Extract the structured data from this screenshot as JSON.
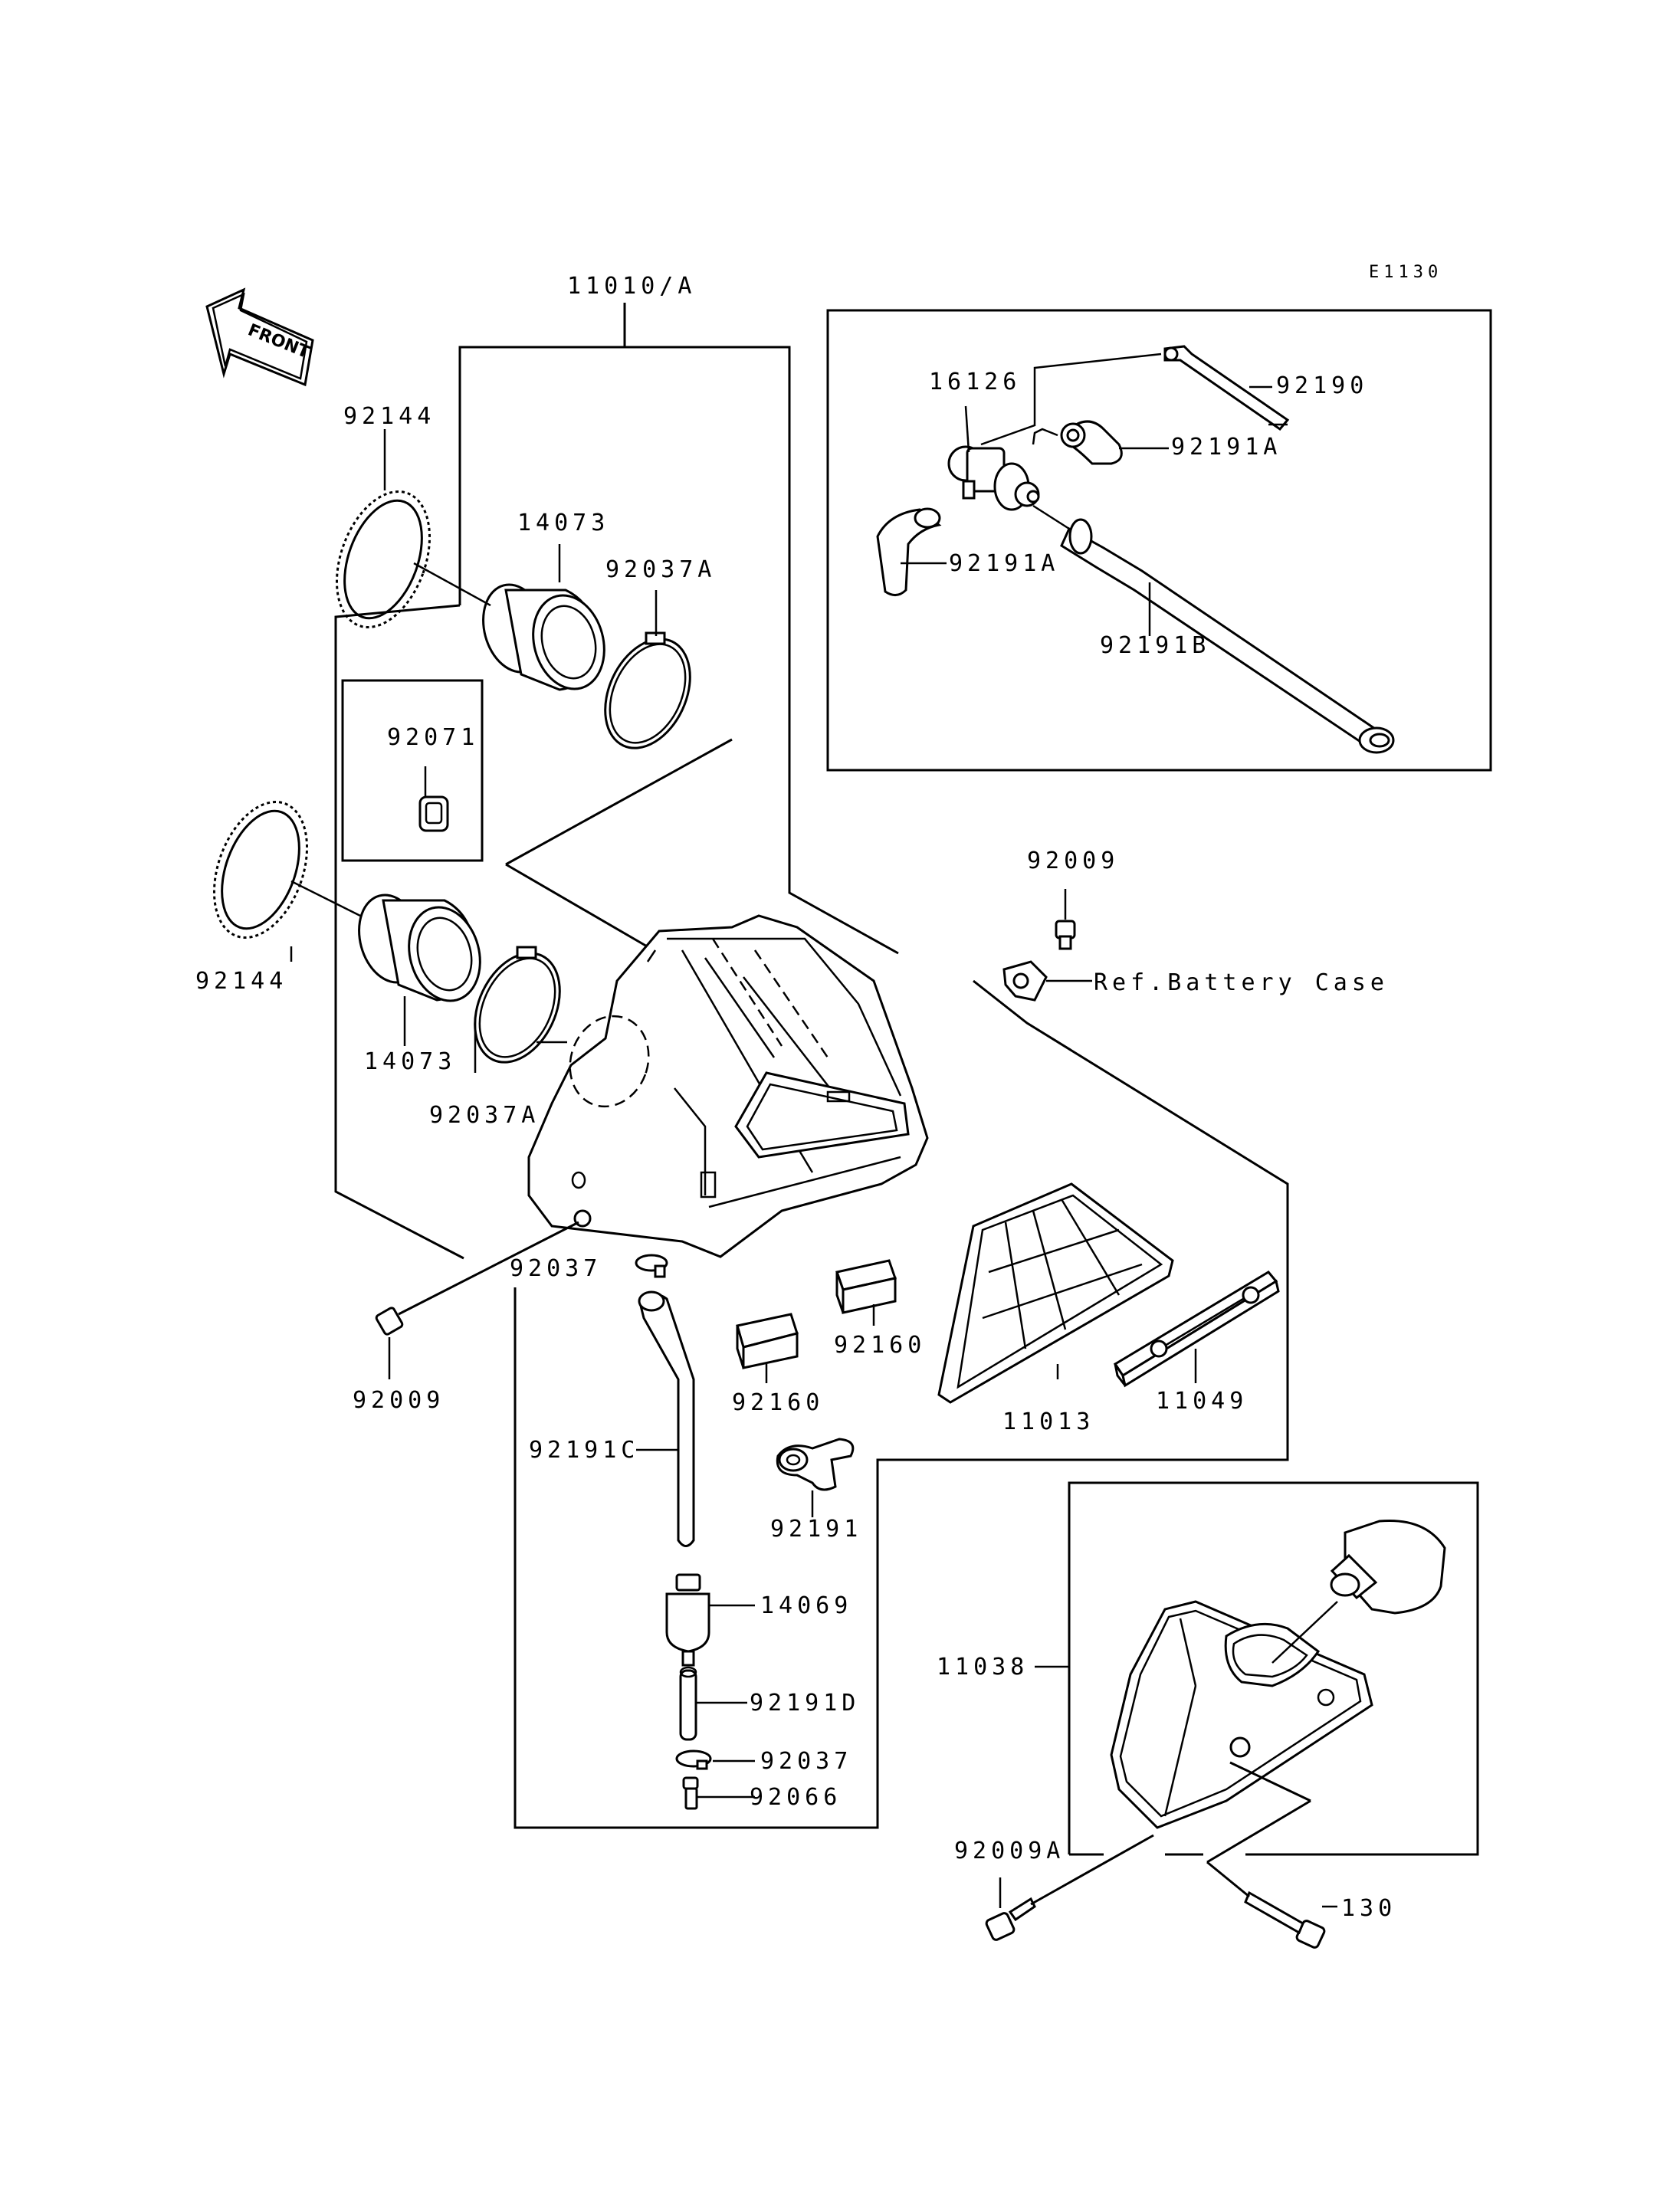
{
  "diagram": {
    "code": "E1130",
    "front_label": "FRONT",
    "labels": {
      "p11010A": "11010/A",
      "p92190": "92190",
      "p16126": "16126",
      "p92191A_top": "92191A",
      "p92191A_left": "92191A",
      "p92191B": "92191B",
      "p92144_top": "92144",
      "p14073_top": "14073",
      "p92037A_top": "92037A",
      "p92071": "92071",
      "p92144_bot": "92144",
      "p14073_bot": "14073",
      "p92037A_bot": "92037A",
      "p92009_top": "92009",
      "ref_battery": "Ref.Battery Case",
      "p92037_mid": "92037",
      "p92009_left": "92009",
      "p92160_a": "92160",
      "p92160_b": "92160",
      "p11013": "11013",
      "p11049": "11049",
      "p92191C": "92191C",
      "p92191": "92191",
      "p14069": "14069",
      "p92191D": "92191D",
      "p92037_bot": "92037",
      "p92066": "92066",
      "p11038": "11038",
      "p92009A": "92009A",
      "p130": "130"
    }
  }
}
